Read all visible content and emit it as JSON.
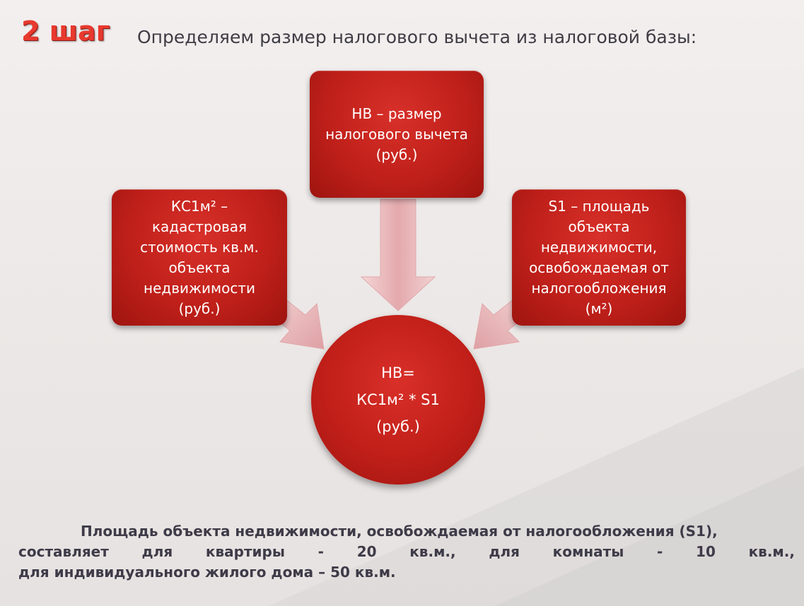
{
  "step_label": "2 шаг",
  "heading": "Определяем размер налогового вычета из налоговой базы:",
  "top_box": {
    "lines": [
      "НВ – размер",
      "налогового вычета",
      "(руб.)"
    ]
  },
  "left_box": {
    "lines": [
      "КС1м² –",
      "кадастровая",
      "стоимость кв.м.",
      "объекта",
      "недвижимости",
      "(руб.)"
    ]
  },
  "right_box": {
    "lines": [
      "S1 – площадь",
      "объекта",
      "недвижимости,",
      "освобождаемая от",
      "налогообложения",
      "(м²)"
    ]
  },
  "formula": {
    "lines": [
      "НВ=",
      "КС1м² * S1",
      "(руб.)"
    ]
  },
  "note": {
    "line1": "Площадь объекта недвижимости, освобождаемая от налогообложения (S1),",
    "line2_words": [
      "составляет",
      "для",
      "квартиры",
      "-",
      "20",
      "кв.м.,",
      "для",
      "комнаты",
      "-",
      "10",
      "кв.м.,"
    ],
    "line3": "для индивидуального жилого дома – 50 кв.м."
  },
  "colors": {
    "accent_red": "#c0201a",
    "step_red": "#e8392e",
    "arrow_pink": "#e9b7b9",
    "text_dark": "#3e3b48"
  }
}
